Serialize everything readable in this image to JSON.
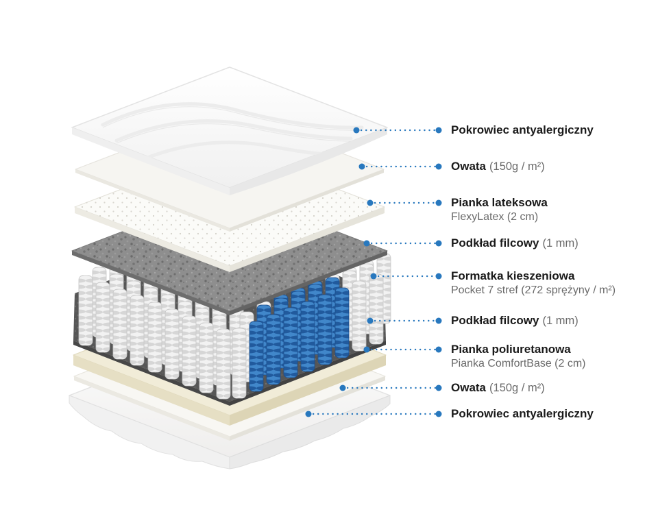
{
  "colors": {
    "accent": "#2878BE",
    "spring_blue": "#3E85C9",
    "felt_gray": "#8E8E8E",
    "foam_cream": "#F1ECD8"
  },
  "labels": [
    {
      "title": "Pokrowiec antyalergiczny",
      "suffix": "",
      "subtitle": ""
    },
    {
      "title": "Owata",
      "suffix": "(150g / m²)",
      "subtitle": ""
    },
    {
      "title": "Pianka lateksowa",
      "suffix": "",
      "subtitle": "FlexyLatex (2 cm)"
    },
    {
      "title": "Podkład filcowy",
      "suffix": "(1 mm)",
      "subtitle": ""
    },
    {
      "title": "Formatka kieszeniowa",
      "suffix": "",
      "subtitle": "Pocket 7 stref (272 sprężyny / m²)"
    },
    {
      "title": "Podkład filcowy",
      "suffix": "(1 mm)",
      "subtitle": ""
    },
    {
      "title": "Pianka poliuretanowa",
      "suffix": "",
      "subtitle": "Pianka ComfortBase (2 cm)"
    },
    {
      "title": "Owata",
      "suffix": "(150g / m²)",
      "subtitle": ""
    },
    {
      "title": "Pokrowiec antyalergiczny",
      "suffix": "",
      "subtitle": ""
    }
  ]
}
